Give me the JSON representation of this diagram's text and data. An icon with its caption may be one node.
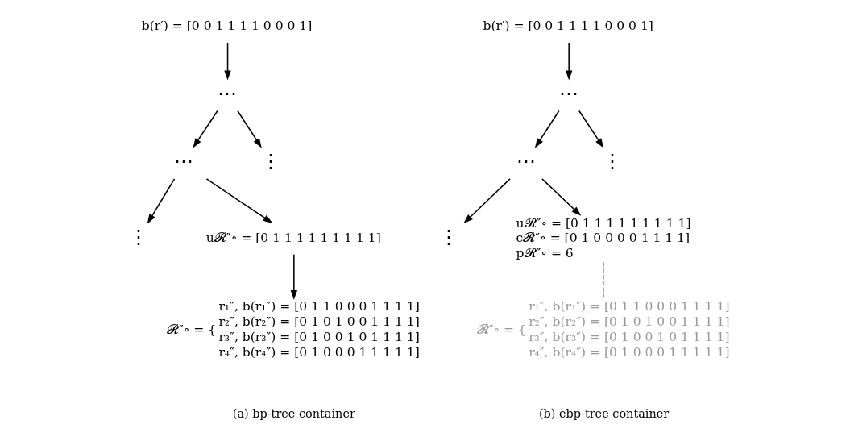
{
  "diagram": {
    "nodes": [
      {
        "text": [
          "b(r′) = [0 0 1 1 1 1 0 0 0 1]"
        ]
      },
      {
        "text": [
          "⋯"
        ]
      },
      {
        "text": [
          "⋯"
        ]
      },
      {
        "text": [
          "⋮"
        ]
      },
      {
        "text": [
          "⋮"
        ]
      },
      {
        "text": [
          "u𝓡″∘ = [0 1 1 1 1 1 1 1 1 1]"
        ]
      },
      {
        "text": [
          "𝓡″∘ = {",
          "r₁″, b(r₁″) = [0 1 1 0 0 0 1 1 1 1]",
          "r₂″, b(r₂″) = [0 1 0 1 0 0 1 1 1 1]",
          "r₃″, b(r₃″) = [0 1 0 0 1 0 1 1 1 1]",
          "r₄″, b(r₄″) = [0 1 0 0 0 1 1 1 1 1]"
        ]
      },
      {
        "text": [
          "b(r′) = [0 0 1 1 1 1 0 0 0 1]"
        ]
      },
      {
        "text": [
          "⋯"
        ]
      },
      {
        "text": [
          "⋯"
        ]
      },
      {
        "text": [
          "⋮"
        ]
      },
      {
        "text": [
          "⋮"
        ]
      },
      {
        "text": [
          "u𝓡″∘ = [0 1 1 1 1 1 1 1 1 1]",
          "c𝓡″∘ = [0 1 0 0 0 0 1 1 1 1]",
          "p𝓡″∘ = 6"
        ]
      },
      {
        "text": [
          "𝓡″∘ = {",
          "r₁″, b(r₁″) = [0 1 1 0 0 0 1 1 1 1]",
          "r₂″, b(r₂″) = [0 1 0 1 0 0 1 1 1 1]",
          "r₃″, b(r₃″) = [0 1 0 0 1 0 1 1 1 1]",
          "r₄″, b(r₄″) = [0 1 0 0 0 1 1 1 1 1]"
        ]
      }
    ],
    "edges": [
      {
        "from": 0,
        "to": 1,
        "arrow": "to"
      },
      {
        "from": 1,
        "to": 2,
        "arrow": "to"
      },
      {
        "from": 1,
        "to": 3,
        "arrow": "to"
      },
      {
        "from": 2,
        "to": 4,
        "arrow": "to"
      },
      {
        "from": 2,
        "to": 5,
        "arrow": "to"
      },
      {
        "from": 5,
        "to": 6,
        "arrow": "to"
      },
      {
        "from": 7,
        "to": 8,
        "arrow": "to"
      },
      {
        "from": 8,
        "to": 9,
        "arrow": "to"
      },
      {
        "from": 8,
        "to": 10,
        "arrow": "to"
      },
      {
        "from": 9,
        "to": 11,
        "arrow": "to"
      },
      {
        "from": 9,
        "to": 12,
        "arrow": "to"
      },
      {
        "from": 12,
        "to": 13,
        "arrow": "none",
        "style": "dashed",
        "color": "#999999"
      }
    ],
    "labels": [
      "(a) bp-tree container",
      "(b) ebp-tree container"
    ]
  }
}
